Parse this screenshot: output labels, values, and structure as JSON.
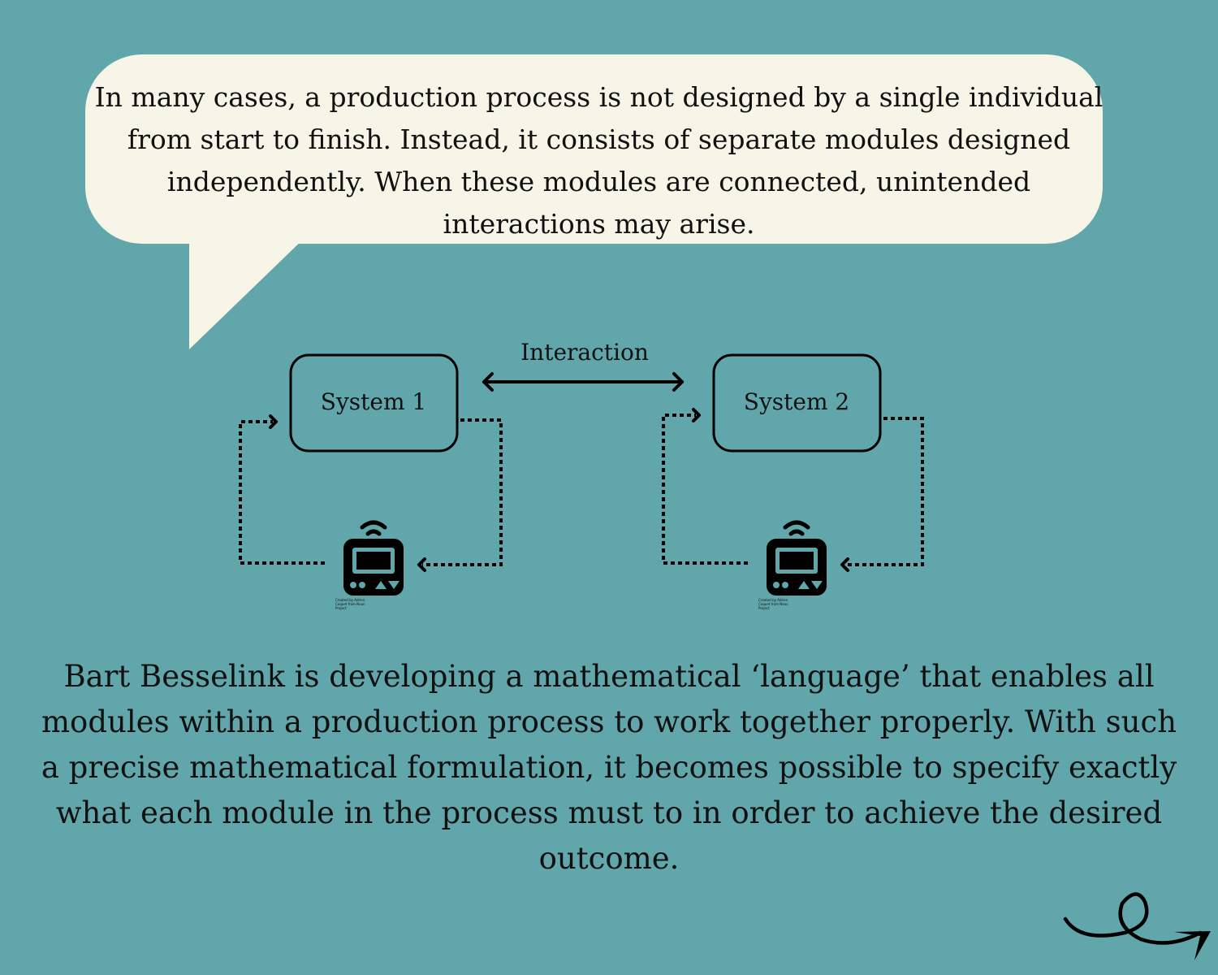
{
  "intro_text": "In many cases, a production process is not designed by a single individual from start to finish. Instead, it consists of separate modules designed independently. When these modules are connected, unintended interactions may arise.",
  "diagram": {
    "interaction_label": "Interaction",
    "system1_label": "System 1",
    "system2_label": "System 2",
    "device_icon": "controller-device-icon",
    "icon_credit": "Created by Adrien Coquet from Noun Project"
  },
  "body_text": "Bart Besselink is developing a mathematical ‘language’ that enables all modules within a production process to work together properly. With such a precise mathematical formulation, it becomes possible to specify exactly what each module in the process must to in order to achieve the desired outcome.",
  "colors": {
    "background": "#61a6ab",
    "bubble": "#f6f5e8",
    "ink": "#111111"
  },
  "next_icon": "curly-arrow-icon"
}
